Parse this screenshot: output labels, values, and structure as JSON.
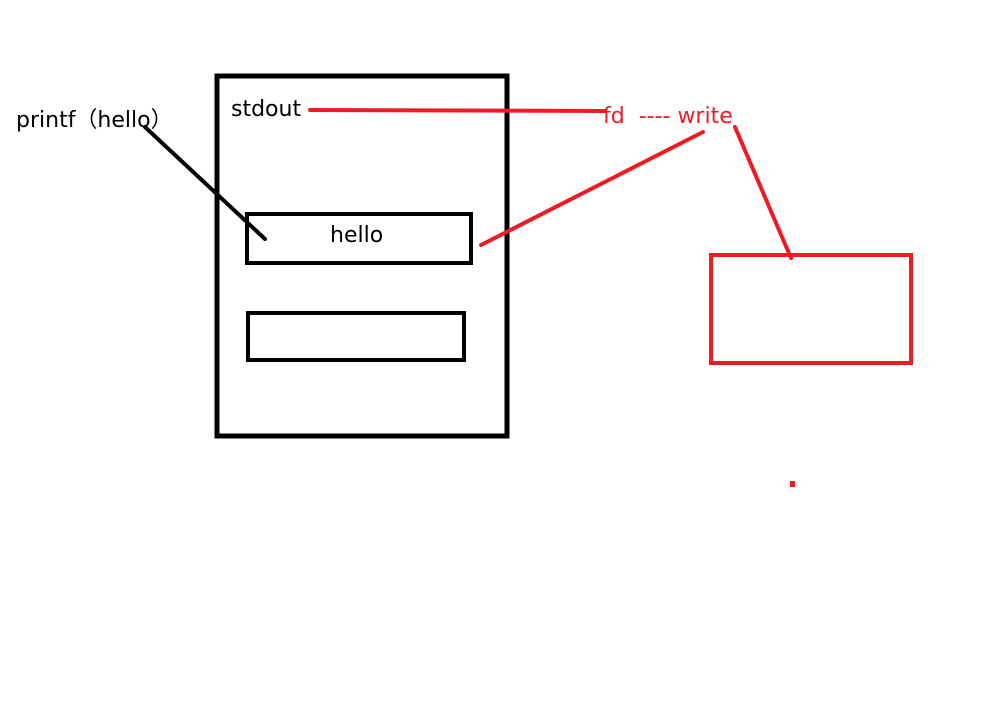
{
  "labels": {
    "printf_call": "printf（hello）",
    "stdout": "stdout",
    "buffer_content": "hello",
    "fd_write": "fd  ---- write"
  },
  "colors": {
    "ink": "#000000",
    "accent": "#ed1c24",
    "background": "#ffffff"
  }
}
